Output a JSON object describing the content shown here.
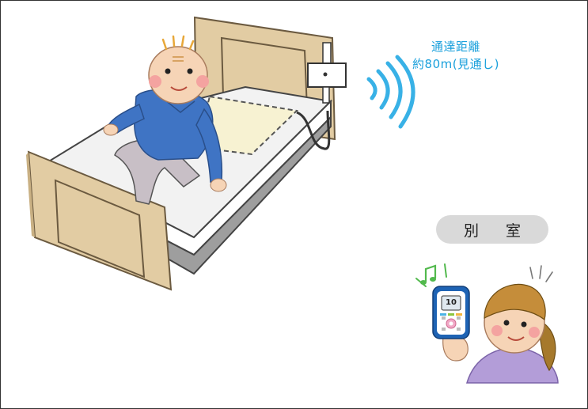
{
  "range": {
    "line1": "通達距離",
    "line2": "約80m(見通し)"
  },
  "room_label": "別 室",
  "pager": {
    "display_value": "10"
  },
  "colors": {
    "signal": "#1aa0dc",
    "bed_wood": "#e2cca3",
    "sweater": "#3f74c4",
    "pager_body": "#1e63b4"
  }
}
